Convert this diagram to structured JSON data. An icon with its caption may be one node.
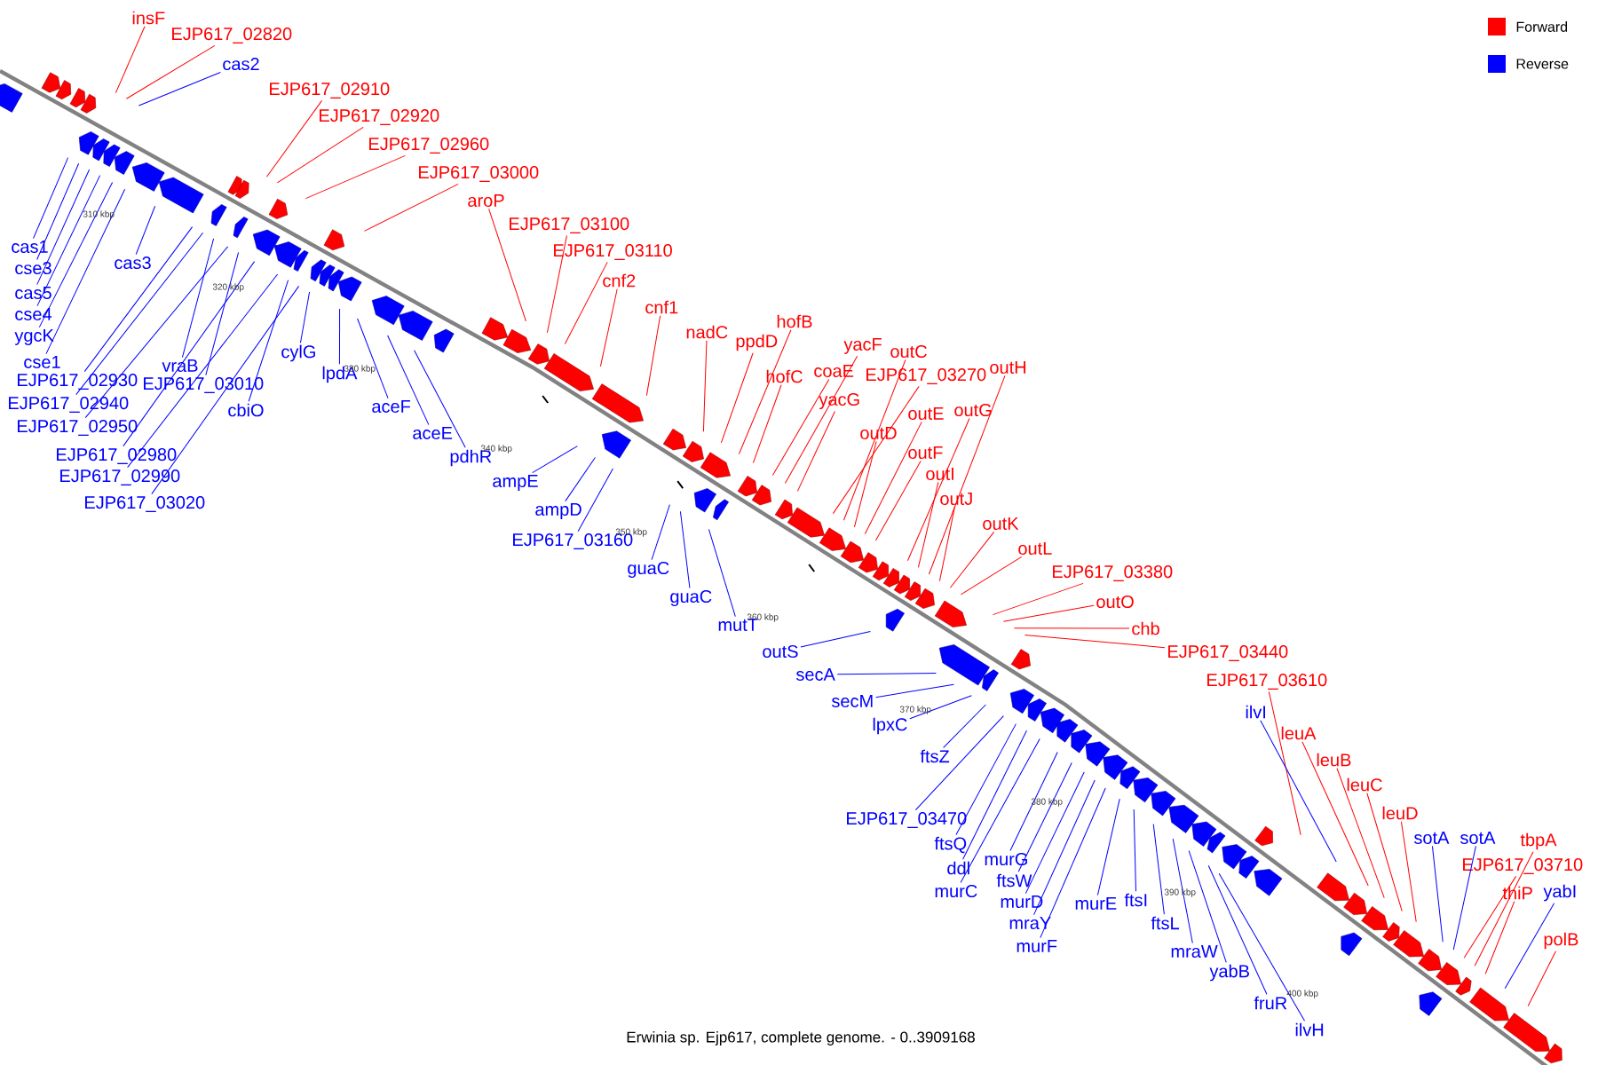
{
  "diagram": {
    "caption": "Erwinia sp. Ejp617, complete genome. - 0..3909168",
    "nodes": [
      {
        "text": [
          "insF"
        ]
      },
      {
        "text": [
          "EJP617_02820"
        ]
      },
      {
        "text": [
          "cas2"
        ]
      },
      {
        "text": [
          "EJP617_02910"
        ]
      },
      {
        "text": [
          "EJP617_02920"
        ]
      },
      {
        "text": [
          "EJP617_02960"
        ]
      },
      {
        "text": [
          "EJP617_03000"
        ]
      },
      {
        "text": [
          "aroP"
        ]
      },
      {
        "text": [
          "EJP617_03100"
        ]
      },
      {
        "text": [
          "EJP617_03110"
        ]
      },
      {
        "text": [
          "cnf2"
        ]
      },
      {
        "text": [
          "cnf1"
        ]
      },
      {
        "text": [
          "nadC"
        ]
      },
      {
        "text": [
          "hofB"
        ]
      },
      {
        "text": [
          "ppdD"
        ]
      },
      {
        "text": [
          "hofC"
        ]
      },
      {
        "text": [
          "yacF"
        ]
      },
      {
        "text": [
          "coaE"
        ]
      },
      {
        "text": [
          "outC"
        ]
      },
      {
        "text": [
          "EJP617_03270"
        ]
      },
      {
        "text": [
          "yacG"
        ]
      },
      {
        "text": [
          "outH"
        ]
      },
      {
        "text": [
          "outE"
        ]
      },
      {
        "text": [
          "outG"
        ]
      },
      {
        "text": [
          "outD"
        ]
      },
      {
        "text": [
          "outF"
        ]
      },
      {
        "text": [
          "outI"
        ]
      },
      {
        "text": [
          "outJ"
        ]
      },
      {
        "text": [
          "outK"
        ]
      },
      {
        "text": [
          "outL"
        ]
      },
      {
        "text": [
          "EJP617_03380"
        ]
      },
      {
        "text": [
          "outO"
        ]
      },
      {
        "text": [
          "chb"
        ]
      },
      {
        "text": [
          "EJP617_03440"
        ]
      },
      {
        "text": [
          "EJP617_03610"
        ]
      },
      {
        "text": [
          "leuA"
        ]
      },
      {
        "text": [
          "leuB"
        ]
      },
      {
        "text": [
          "leuC"
        ]
      },
      {
        "text": [
          "leuD"
        ]
      },
      {
        "text": [
          "tbpA"
        ]
      },
      {
        "text": [
          "EJP617_03710"
        ]
      },
      {
        "text": [
          "thiP"
        ]
      },
      {
        "text": [
          "polB"
        ]
      },
      {
        "text": [
          "cas1"
        ]
      },
      {
        "text": [
          "cse3"
        ]
      },
      {
        "text": [
          "cas3"
        ]
      },
      {
        "text": [
          "cas5"
        ]
      },
      {
        "text": [
          "cse4"
        ]
      },
      {
        "text": [
          "ygcK"
        ]
      },
      {
        "text": [
          "cse1"
        ]
      },
      {
        "text": [
          "EJP617_02930"
        ]
      },
      {
        "text": [
          "vraB"
        ]
      },
      {
        "text": [
          "EJP617_03010"
        ]
      },
      {
        "text": [
          "EJP617_02940"
        ]
      },
      {
        "text": [
          "EJP617_02950"
        ]
      },
      {
        "text": [
          "cylG"
        ]
      },
      {
        "text": [
          "lpdA"
        ]
      },
      {
        "text": [
          "cbiO"
        ]
      },
      {
        "text": [
          "aceF"
        ]
      },
      {
        "text": [
          "aceE"
        ]
      },
      {
        "text": [
          "EJP617_02980"
        ]
      },
      {
        "text": [
          "EJP617_02990"
        ]
      },
      {
        "text": [
          "pdhR"
        ]
      },
      {
        "text": [
          "EJP617_03020"
        ]
      },
      {
        "text": [
          "ampE"
        ]
      },
      {
        "text": [
          "ampD"
        ]
      },
      {
        "text": [
          "EJP617_03160"
        ]
      },
      {
        "text": [
          "guaC"
        ]
      },
      {
        "text": [
          "guaC"
        ]
      },
      {
        "text": [
          "mutT"
        ]
      },
      {
        "text": [
          "outS"
        ]
      },
      {
        "text": [
          "secA"
        ]
      },
      {
        "text": [
          "secM"
        ]
      },
      {
        "text": [
          "lpxC"
        ]
      },
      {
        "text": [
          "ftsZ"
        ]
      },
      {
        "text": [
          "ilvI"
        ]
      },
      {
        "text": [
          "EJP617_03470"
        ]
      },
      {
        "text": [
          "sotA"
        ]
      },
      {
        "text": [
          "sotA"
        ]
      },
      {
        "text": [
          "ftsQ"
        ]
      },
      {
        "text": [
          "murG"
        ]
      },
      {
        "text": [
          "ddl"
        ]
      },
      {
        "text": [
          "ftsW"
        ]
      },
      {
        "text": [
          "murC"
        ]
      },
      {
        "text": [
          "murD"
        ]
      },
      {
        "text": [
          "yabI"
        ]
      },
      {
        "text": [
          "ftsI"
        ]
      },
      {
        "text": [
          "murE"
        ]
      },
      {
        "text": [
          "mraY"
        ]
      },
      {
        "text": [
          "ftsL"
        ]
      },
      {
        "text": [
          "murF"
        ]
      },
      {
        "text": [
          "mraW"
        ]
      },
      {
        "text": [
          "yabB"
        ]
      },
      {
        "text": [
          "fruR"
        ]
      },
      {
        "text": [
          "ilvH"
        ]
      }
    ],
    "edges": [
      {
        "from": 0,
        "to": null,
        "arrow": "none",
        "color": "#ff0000"
      },
      {
        "from": 1,
        "to": null,
        "arrow": "none",
        "color": "#ff0000"
      },
      {
        "from": 2,
        "to": null,
        "arrow": "none",
        "color": "#0000ff"
      },
      {
        "from": 3,
        "to": null,
        "arrow": "none",
        "color": "#ff0000"
      },
      {
        "from": 4,
        "to": null,
        "arrow": "none",
        "color": "#ff0000"
      },
      {
        "from": 5,
        "to": null,
        "arrow": "none",
        "color": "#ff0000"
      },
      {
        "from": 6,
        "to": null,
        "arrow": "none",
        "color": "#ff0000"
      },
      {
        "from": 7,
        "to": null,
        "arrow": "none",
        "color": "#ff0000"
      },
      {
        "from": 8,
        "to": null,
        "arrow": "none",
        "color": "#ff0000"
      },
      {
        "from": 9,
        "to": null,
        "arrow": "none",
        "color": "#ff0000"
      },
      {
        "from": 10,
        "to": null,
        "arrow": "none",
        "color": "#ff0000"
      },
      {
        "from": 11,
        "to": null,
        "arrow": "none",
        "color": "#ff0000"
      },
      {
        "from": 12,
        "to": null,
        "arrow": "none",
        "color": "#ff0000"
      },
      {
        "from": 13,
        "to": null,
        "arrow": "none",
        "color": "#ff0000"
      },
      {
        "from": 14,
        "to": null,
        "arrow": "none",
        "color": "#ff0000"
      },
      {
        "from": 15,
        "to": null,
        "arrow": "none",
        "color": "#ff0000"
      },
      {
        "from": 16,
        "to": null,
        "arrow": "none",
        "color": "#ff0000"
      },
      {
        "from": 17,
        "to": null,
        "arrow": "none",
        "color": "#ff0000"
      },
      {
        "from": 18,
        "to": null,
        "arrow": "none",
        "color": "#ff0000"
      },
      {
        "from": 19,
        "to": null,
        "arrow": "none",
        "color": "#ff0000"
      },
      {
        "from": 20,
        "to": null,
        "arrow": "none",
        "color": "#ff0000"
      },
      {
        "from": 21,
        "to": null,
        "arrow": "none",
        "color": "#ff0000"
      },
      {
        "from": 22,
        "to": null,
        "arrow": "none",
        "color": "#ff0000"
      },
      {
        "from": 23,
        "to": null,
        "arrow": "none",
        "color": "#ff0000"
      },
      {
        "from": 24,
        "to": null,
        "arrow": "none",
        "color": "#ff0000"
      },
      {
        "from": 25,
        "to": null,
        "arrow": "none",
        "color": "#ff0000"
      },
      {
        "from": 26,
        "to": null,
        "arrow": "none",
        "color": "#ff0000"
      },
      {
        "from": 27,
        "to": null,
        "arrow": "none",
        "color": "#ff0000"
      },
      {
        "from": 28,
        "to": null,
        "arrow": "none",
        "color": "#ff0000"
      },
      {
        "from": 29,
        "to": null,
        "arrow": "none",
        "color": "#ff0000"
      },
      {
        "from": 30,
        "to": null,
        "arrow": "none",
        "color": "#ff0000"
      },
      {
        "from": 31,
        "to": null,
        "arrow": "none",
        "color": "#ff0000"
      },
      {
        "from": 32,
        "to": null,
        "arrow": "none",
        "color": "#ff0000"
      },
      {
        "from": 33,
        "to": null,
        "arrow": "none",
        "color": "#ff0000"
      },
      {
        "from": 34,
        "to": null,
        "arrow": "none",
        "color": "#ff0000"
      },
      {
        "from": 35,
        "to": null,
        "arrow": "none",
        "color": "#ff0000"
      },
      {
        "from": 36,
        "to": null,
        "arrow": "none",
        "color": "#ff0000"
      },
      {
        "from": 37,
        "to": null,
        "arrow": "none",
        "color": "#ff0000"
      },
      {
        "from": 38,
        "to": null,
        "arrow": "none",
        "color": "#ff0000"
      },
      {
        "from": 39,
        "to": null,
        "arrow": "none",
        "color": "#ff0000"
      },
      {
        "from": 40,
        "to": null,
        "arrow": "none",
        "color": "#ff0000"
      },
      {
        "from": 41,
        "to": null,
        "arrow": "none",
        "color": "#ff0000"
      },
      {
        "from": 42,
        "to": null,
        "arrow": "none",
        "color": "#ff0000"
      },
      {
        "from": 43,
        "to": null,
        "arrow": "none",
        "color": "#0000ff"
      },
      {
        "from": 44,
        "to": null,
        "arrow": "none",
        "color": "#0000ff"
      },
      {
        "from": 45,
        "to": null,
        "arrow": "none",
        "color": "#0000ff"
      },
      {
        "from": 46,
        "to": null,
        "arrow": "none",
        "color": "#0000ff"
      },
      {
        "from": 47,
        "to": null,
        "arrow": "none",
        "color": "#0000ff"
      },
      {
        "from": 48,
        "to": null,
        "arrow": "none",
        "color": "#0000ff"
      },
      {
        "from": 49,
        "to": null,
        "arrow": "none",
        "color": "#0000ff"
      },
      {
        "from": 50,
        "to": null,
        "arrow": "none",
        "color": "#0000ff"
      },
      {
        "from": 51,
        "to": null,
        "arrow": "none",
        "color": "#0000ff"
      },
      {
        "from": 52,
        "to": null,
        "arrow": "none",
        "color": "#0000ff"
      },
      {
        "from": 53,
        "to": null,
        "arrow": "none",
        "color": "#0000ff"
      },
      {
        "from": 54,
        "to": null,
        "arrow": "none",
        "color": "#0000ff"
      },
      {
        "from": 55,
        "to": null,
        "arrow": "none",
        "color": "#0000ff"
      },
      {
        "from": 56,
        "to": null,
        "arrow": "none",
        "color": "#0000ff"
      },
      {
        "from": 57,
        "to": null,
        "arrow": "none",
        "color": "#0000ff"
      },
      {
        "from": 58,
        "to": null,
        "arrow": "none",
        "color": "#0000ff"
      },
      {
        "from": 59,
        "to": null,
        "arrow": "none",
        "color": "#0000ff"
      },
      {
        "from": 60,
        "to": null,
        "arrow": "none",
        "color": "#0000ff"
      },
      {
        "from": 61,
        "to": null,
        "arrow": "none",
        "color": "#0000ff"
      },
      {
        "from": 62,
        "to": null,
        "arrow": "none",
        "color": "#0000ff"
      },
      {
        "from": 63,
        "to": null,
        "arrow": "none",
        "color": "#0000ff"
      },
      {
        "from": 64,
        "to": null,
        "arrow": "none",
        "color": "#0000ff"
      },
      {
        "from": 65,
        "to": null,
        "arrow": "none",
        "color": "#0000ff"
      },
      {
        "from": 66,
        "to": null,
        "arrow": "none",
        "color": "#0000ff"
      },
      {
        "from": 67,
        "to": null,
        "arrow": "none",
        "color": "#0000ff"
      },
      {
        "from": 68,
        "to": null,
        "arrow": "none",
        "color": "#0000ff"
      },
      {
        "from": 69,
        "to": null,
        "arrow": "none",
        "color": "#0000ff"
      },
      {
        "from": 70,
        "to": null,
        "arrow": "none",
        "color": "#0000ff"
      },
      {
        "from": 71,
        "to": null,
        "arrow": "none",
        "color": "#0000ff"
      },
      {
        "from": 72,
        "to": null,
        "arrow": "none",
        "color": "#0000ff"
      },
      {
        "from": 73,
        "to": null,
        "arrow": "none",
        "color": "#0000ff"
      },
      {
        "from": 74,
        "to": null,
        "arrow": "none",
        "color": "#0000ff"
      },
      {
        "from": 75,
        "to": null,
        "arrow": "none",
        "color": "#0000ff"
      },
      {
        "from": 76,
        "to": null,
        "arrow": "none",
        "color": "#0000ff"
      },
      {
        "from": 77,
        "to": null,
        "arrow": "none",
        "color": "#0000ff"
      },
      {
        "from": 78,
        "to": null,
        "arrow": "none",
        "color": "#0000ff"
      },
      {
        "from": 79,
        "to": null,
        "arrow": "none",
        "color": "#0000ff"
      },
      {
        "from": 80,
        "to": null,
        "arrow": "none",
        "color": "#0000ff"
      },
      {
        "from": 81,
        "to": null,
        "arrow": "none",
        "color": "#0000ff"
      },
      {
        "from": 82,
        "to": null,
        "arrow": "none",
        "color": "#0000ff"
      },
      {
        "from": 83,
        "to": null,
        "arrow": "none",
        "color": "#0000ff"
      },
      {
        "from": 84,
        "to": null,
        "arrow": "none",
        "color": "#0000ff"
      },
      {
        "from": 85,
        "to": null,
        "arrow": "none",
        "color": "#0000ff"
      },
      {
        "from": 86,
        "to": null,
        "arrow": "none",
        "color": "#0000ff"
      },
      {
        "from": 87,
        "to": null,
        "arrow": "none",
        "color": "#0000ff"
      },
      {
        "from": 88,
        "to": null,
        "arrow": "none",
        "color": "#0000ff"
      },
      {
        "from": 89,
        "to": null,
        "arrow": "none",
        "color": "#0000ff"
      },
      {
        "from": 90,
        "to": null,
        "arrow": "none",
        "color": "#0000ff"
      },
      {
        "from": 91,
        "to": null,
        "arrow": "none",
        "color": "#0000ff"
      },
      {
        "from": 92,
        "to": null,
        "arrow": "none",
        "color": "#0000ff"
      },
      {
        "from": 93,
        "to": null,
        "arrow": "none",
        "color": "#0000ff"
      },
      {
        "from": 94,
        "to": null,
        "arrow": "none",
        "color": "#0000ff"
      }
    ],
    "labels": [
      "310 kbp",
      "320 kbp",
      "330 kbp",
      "340 kbp",
      "350 kbp",
      "360 kbp",
      "370 kbp",
      "380 kbp",
      "390 kbp",
      "400 kbp"
    ],
    "legend": [
      {
        "text": "Forward",
        "color": "#ff0000"
      },
      {
        "text": "Reverse",
        "color": "#0000ff"
      }
    ]
  }
}
